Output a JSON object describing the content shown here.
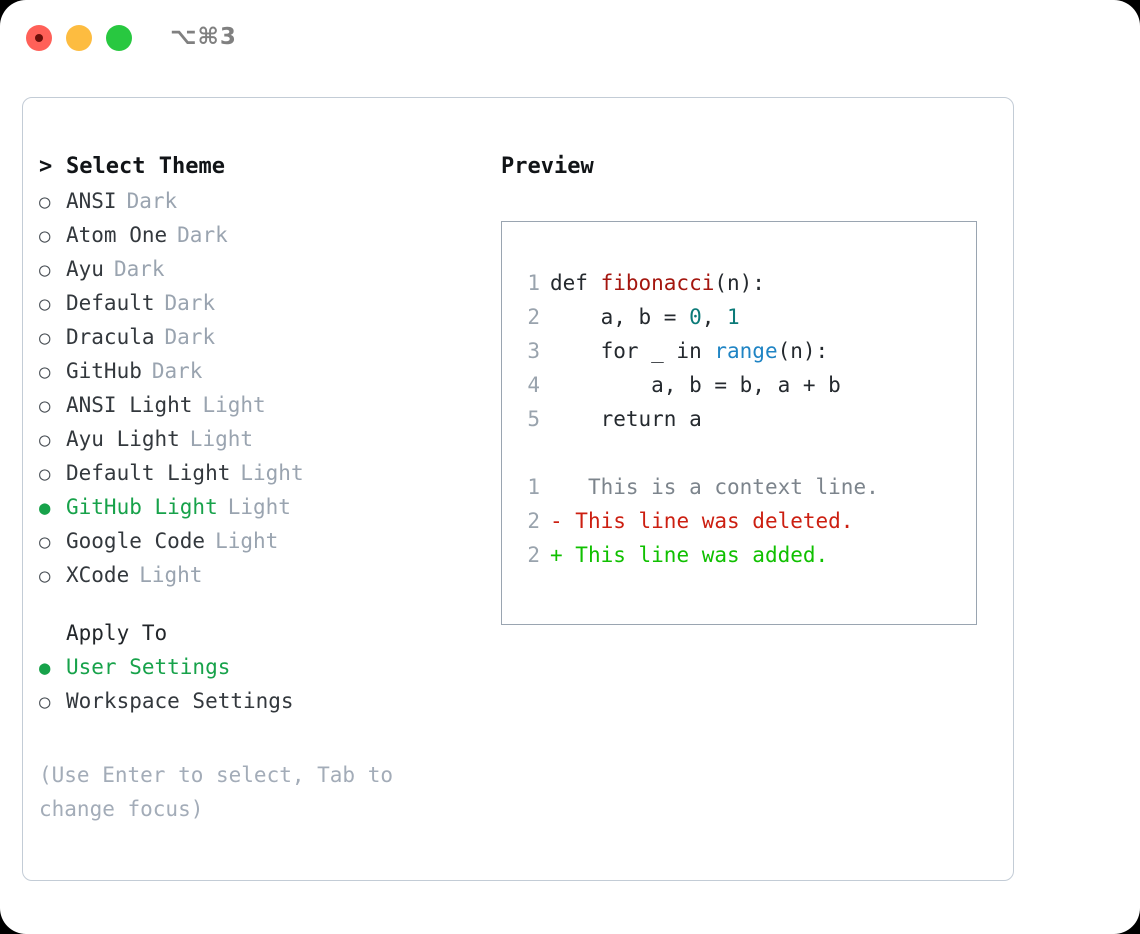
{
  "titlebar": {
    "shortcut": "⌥⌘3",
    "buttons": [
      {
        "name": "close",
        "color": "#ff6058"
      },
      {
        "name": "minimize",
        "color": "#fdbc40"
      },
      {
        "name": "zoom",
        "color": "#28c840"
      }
    ]
  },
  "colors": {
    "selection_green": "#17a24a",
    "diff_add_green": "#10c000",
    "diff_del_red": "#cc1f11",
    "muted_grey": "#9aa4b0",
    "panel_border": "#c3ccd6",
    "preview_border": "#9aa5b1"
  },
  "theme_list": {
    "marker_selected": "●",
    "marker_unselected": "○",
    "header": {
      "prefix": ">",
      "label": "Select Theme"
    },
    "items": [
      {
        "label": "ANSI",
        "tag": "Dark",
        "selected": false
      },
      {
        "label": "Atom One",
        "tag": "Dark",
        "selected": false
      },
      {
        "label": "Ayu",
        "tag": "Dark",
        "selected": false
      },
      {
        "label": "Default",
        "tag": "Dark",
        "selected": false
      },
      {
        "label": "Dracula",
        "tag": "Dark",
        "selected": false
      },
      {
        "label": "GitHub",
        "tag": "Dark",
        "selected": false
      },
      {
        "label": "ANSI Light",
        "tag": "Light",
        "selected": false
      },
      {
        "label": "Ayu Light",
        "tag": "Light",
        "selected": false
      },
      {
        "label": "Default Light",
        "tag": "Light",
        "selected": false
      },
      {
        "label": "GitHub Light",
        "tag": "Light",
        "selected": true
      },
      {
        "label": "Google Code",
        "tag": "Light",
        "selected": false
      },
      {
        "label": "XCode",
        "tag": "Light",
        "selected": false
      }
    ]
  },
  "apply_to": {
    "title": "Apply To",
    "items": [
      {
        "label": "User Settings",
        "selected": true
      },
      {
        "label": "Workspace Settings",
        "selected": false
      }
    ]
  },
  "hint": "(Use Enter to select, Tab to change focus)",
  "preview": {
    "title": "Preview",
    "code_lines": [
      {
        "num": "1",
        "segments": [
          {
            "text": "def ",
            "token": "plain"
          },
          {
            "text": "fibonacci",
            "token": "function"
          },
          {
            "text": "(n):",
            "token": "plain"
          }
        ]
      },
      {
        "num": "2",
        "segments": [
          {
            "text": "    a, b = ",
            "token": "plain"
          },
          {
            "text": "0",
            "token": "number"
          },
          {
            "text": ", ",
            "token": "plain"
          },
          {
            "text": "1",
            "token": "number"
          }
        ]
      },
      {
        "num": "3",
        "segments": [
          {
            "text": "    for _ in ",
            "token": "plain"
          },
          {
            "text": "range",
            "token": "call"
          },
          {
            "text": "(n):",
            "token": "plain"
          }
        ]
      },
      {
        "num": "4",
        "segments": [
          {
            "text": "        a, b = b, a + b",
            "token": "plain"
          }
        ]
      },
      {
        "num": "5",
        "segments": [
          {
            "text": "    return a",
            "token": "plain"
          }
        ]
      }
    ],
    "diff_lines": [
      {
        "num": "1",
        "marker": " ",
        "text": "  This is a context line.",
        "kind": "context"
      },
      {
        "num": "2",
        "marker": "-",
        "text": " This line was deleted.",
        "kind": "deleted"
      },
      {
        "num": "2",
        "marker": "+",
        "text": " This line was added.",
        "kind": "added"
      }
    ]
  }
}
